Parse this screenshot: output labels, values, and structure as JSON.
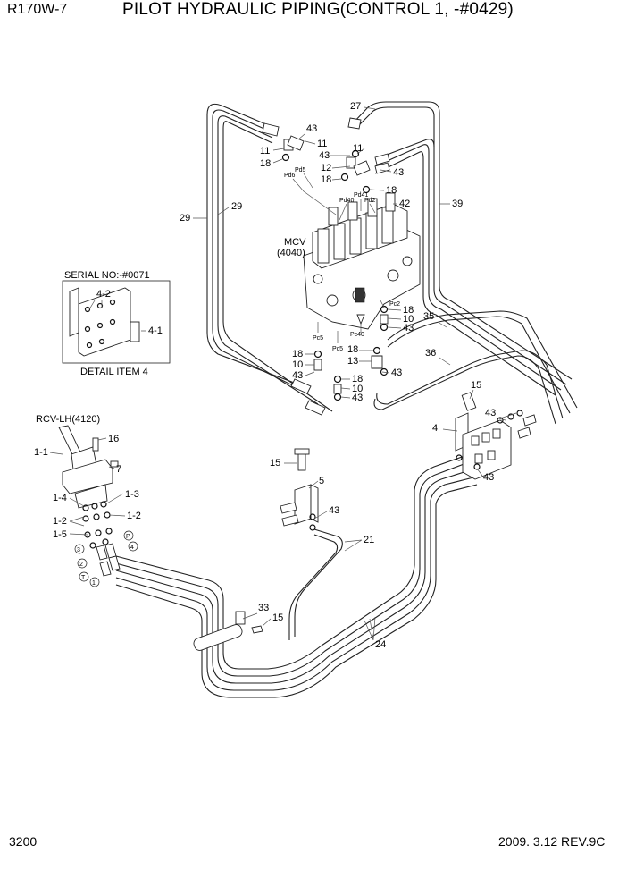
{
  "header": {
    "model": "R170W-7",
    "title": "PILOT HYDRAULIC PIPING(CONTROL 1, -#0429)"
  },
  "footer": {
    "page_number": "3200",
    "revision": "2009. 3.12  REV.9C"
  },
  "detail_box": {
    "serial": "SERIAL NO:-#0071",
    "caption": "DETAIL ITEM 4",
    "labels": [
      "4-2",
      "4-1"
    ]
  },
  "components": {
    "mcv_name": "MCV",
    "mcv_code": "(4040)",
    "rcv": "RCV-LH(4120)"
  },
  "ports": [
    "Pd6",
    "Pd5",
    "Pd40",
    "Pd41",
    "Pd2",
    "Pc5",
    "Pc5",
    "Pc40",
    "Pc2"
  ],
  "port_circles": [
    "3",
    "2",
    "T",
    "1",
    "P",
    "4"
  ],
  "callouts": {
    "top": [
      "43",
      "11",
      "11",
      "18",
      "27",
      "11",
      "43",
      "12",
      "43",
      "18",
      "18",
      "42",
      "29",
      "29",
      "39"
    ],
    "mid": [
      "18",
      "10",
      "43",
      "18",
      "10",
      "43",
      "35",
      "36",
      "18",
      "13",
      "43",
      "18",
      "10",
      "43"
    ],
    "right": [
      "15",
      "43",
      "4",
      "43",
      "15",
      "5",
      "43",
      "21",
      "24",
      "33",
      "15"
    ],
    "left": [
      "16",
      "1-1",
      "7",
      "1-4",
      "1-3",
      "1-2",
      "1-2",
      "1-5"
    ]
  }
}
